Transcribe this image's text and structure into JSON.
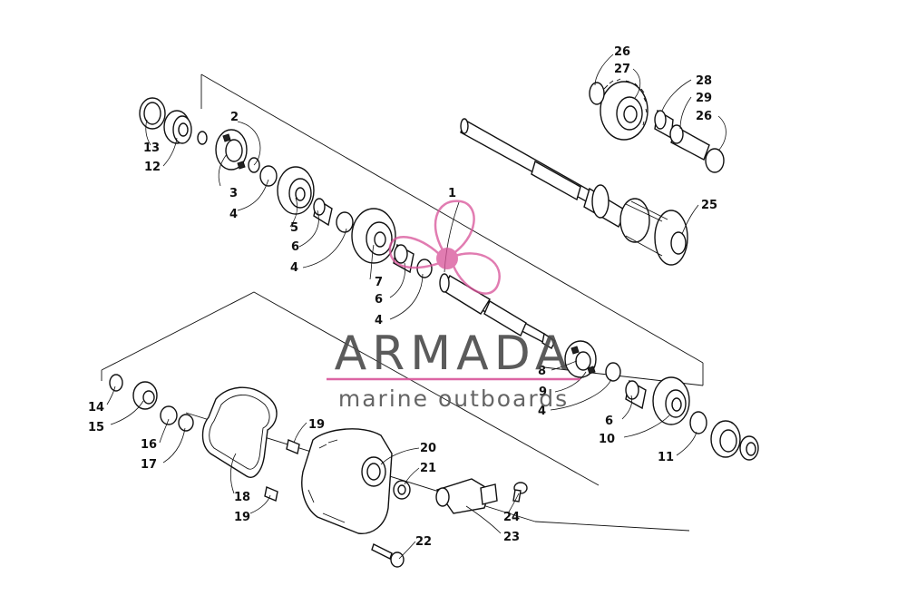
{
  "watermark": {
    "brand": "ARMADA",
    "tagline": "marine outboards",
    "accent_color": "#d9559a",
    "text_color": "#4a4a4a"
  },
  "callouts": [
    {
      "id": "c1",
      "label": "1"
    },
    {
      "id": "c2",
      "label": "2"
    },
    {
      "id": "c3",
      "label": "3"
    },
    {
      "id": "c4a",
      "label": "4"
    },
    {
      "id": "c5",
      "label": "5"
    },
    {
      "id": "c6a",
      "label": "6"
    },
    {
      "id": "c4b",
      "label": "4"
    },
    {
      "id": "c7",
      "label": "7"
    },
    {
      "id": "c6b",
      "label": "6"
    },
    {
      "id": "c4c",
      "label": "4"
    },
    {
      "id": "c8",
      "label": "8"
    },
    {
      "id": "c9",
      "label": "9"
    },
    {
      "id": "c4d",
      "label": "4"
    },
    {
      "id": "c6c",
      "label": "6"
    },
    {
      "id": "c10",
      "label": "10"
    },
    {
      "id": "c11",
      "label": "11"
    },
    {
      "id": "c12",
      "label": "12"
    },
    {
      "id": "c13",
      "label": "13"
    },
    {
      "id": "c14",
      "label": "14"
    },
    {
      "id": "c15",
      "label": "15"
    },
    {
      "id": "c16",
      "label": "16"
    },
    {
      "id": "c17",
      "label": "17"
    },
    {
      "id": "c18",
      "label": "18"
    },
    {
      "id": "c19a",
      "label": "19"
    },
    {
      "id": "c19b",
      "label": "19"
    },
    {
      "id": "c20",
      "label": "20"
    },
    {
      "id": "c21",
      "label": "21"
    },
    {
      "id": "c22",
      "label": "22"
    },
    {
      "id": "c23",
      "label": "23"
    },
    {
      "id": "c24",
      "label": "24"
    },
    {
      "id": "c25",
      "label": "25"
    },
    {
      "id": "c26a",
      "label": "26"
    },
    {
      "id": "c27",
      "label": "27"
    },
    {
      "id": "c28",
      "label": "28"
    },
    {
      "id": "c29",
      "label": "29"
    },
    {
      "id": "c26b",
      "label": "26"
    }
  ]
}
